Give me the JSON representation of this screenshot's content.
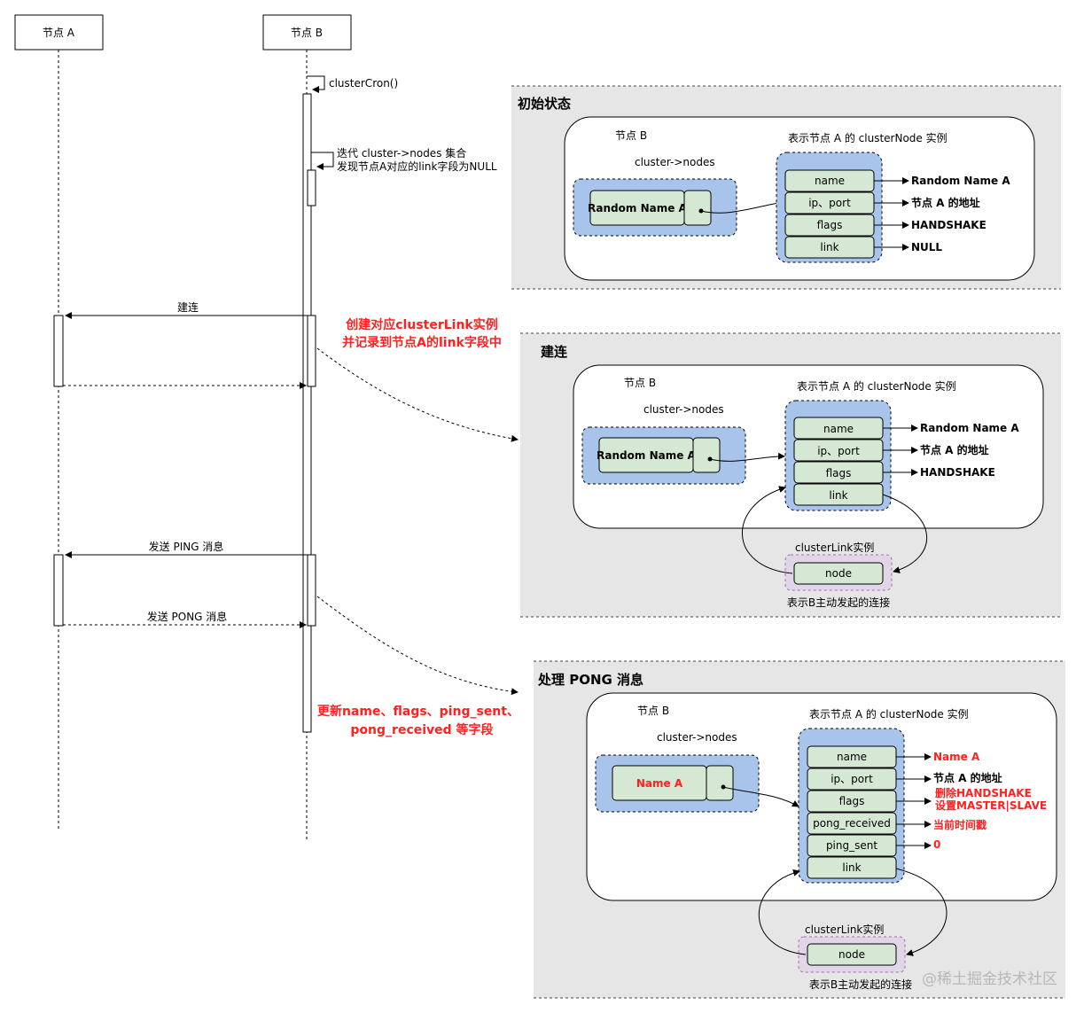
{
  "lifelines": {
    "node_a": "节点 A",
    "node_b": "节点 B"
  },
  "messages": {
    "cluster_cron": "clusterCron()",
    "iterate_line1": "迭代 cluster->nodes 集合",
    "iterate_line2": "发现节点A对应的link字段为NULL",
    "connect": "建连",
    "send_ping": "发送 PING 消息",
    "send_pong": "发送 PONG 消息"
  },
  "notes": {
    "create_line1": "创建对应clusterLink实例",
    "create_line2": "并记录到节点A的link字段中",
    "update_line1": "更新name、flags、ping_sent、",
    "update_line2": "pong_received 等字段"
  },
  "panels": {
    "initial": {
      "title": "初始状态",
      "node_b": "节点 B",
      "nodes_label": "cluster->nodes",
      "dict_entry": "Random Name A",
      "instance_label": "表示节点 A 的 clusterNode 实例",
      "fields": [
        "name",
        "ip、port",
        "flags",
        "link"
      ],
      "values": [
        "Random Name A",
        "节点 A 的地址",
        "HANDSHAKE",
        "NULL"
      ]
    },
    "connect": {
      "title": "建连",
      "node_b": "节点 B",
      "nodes_label": "cluster->nodes",
      "dict_entry": "Random Name A",
      "instance_label": "表示节点 A 的 clusterNode 实例",
      "fields": [
        "name",
        "ip、port",
        "flags",
        "link"
      ],
      "values": [
        "Random Name A",
        "节点 A 的地址",
        "HANDSHAKE"
      ],
      "link_label": "clusterLink实例",
      "link_field": "node",
      "link_caption": "表示B主动发起的连接"
    },
    "pong": {
      "title": "处理 PONG 消息",
      "node_b": "节点 B",
      "nodes_label": "cluster->nodes",
      "dict_entry": "Name A",
      "instance_label": "表示节点 A 的 clusterNode 实例",
      "fields": [
        "name",
        "ip、port",
        "flags",
        "pong_received",
        "ping_sent",
        "link"
      ],
      "values": [
        "Name A",
        "节点 A 的地址",
        "删除HANDSHAKE",
        "设置MASTER|SLAVE",
        "当前时间戳",
        "0"
      ],
      "link_label": "clusterLink实例",
      "link_field": "node",
      "link_caption": "表示B主动发起的连接"
    }
  },
  "watermark": "@稀土掘金技术社区",
  "colors": {
    "panel_bg": "#e6e6e6",
    "dict_fill": "#a9c4eb",
    "field_fill": "#d5e8d4",
    "link_fill": "#e1d5e7",
    "link_border": "#9673a6",
    "highlight": "#ff2020"
  }
}
